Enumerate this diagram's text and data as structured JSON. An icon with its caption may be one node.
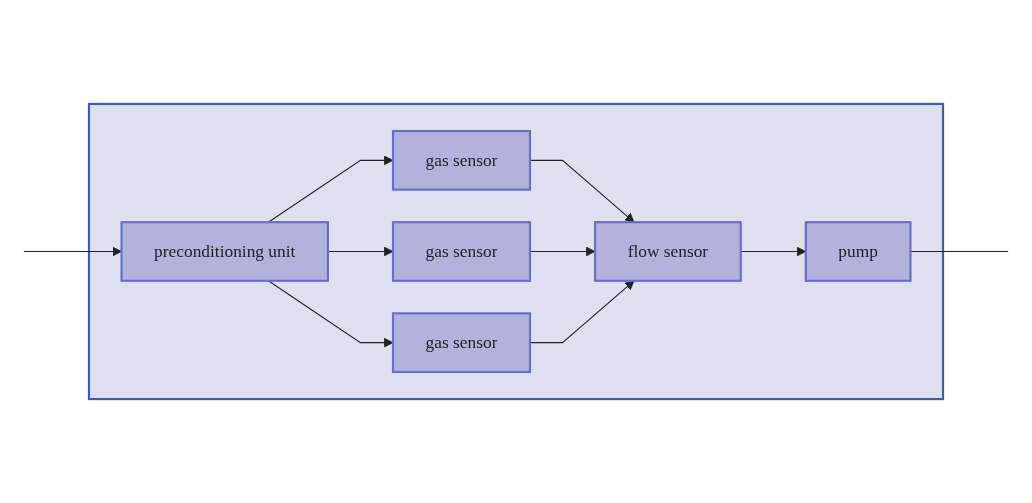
{
  "diagram": {
    "nodes": [
      {
        "text": [],
        "shape": "box"
      },
      {
        "text": [
          "preconditioning unit"
        ],
        "in": 0
      },
      {
        "text": [
          "gas sensor"
        ],
        "in": 0
      },
      {
        "text": [
          "gas sensor"
        ],
        "in": 0
      },
      {
        "text": [
          "gas sensor"
        ],
        "in": 0
      },
      {
        "text": [
          "flow sensor"
        ],
        "in": 0
      },
      {
        "text": [
          "pump"
        ],
        "in": 0
      }
    ],
    "edges": [
      {
        "from": null,
        "to": 1,
        "arrow": "to"
      },
      {
        "from": 1,
        "to": 2,
        "arrow": "to"
      },
      {
        "from": 1,
        "to": 3,
        "arrow": "to"
      },
      {
        "from": 1,
        "to": 4,
        "arrow": "to"
      },
      {
        "from": 2,
        "to": 5,
        "arrow": "to"
      },
      {
        "from": 3,
        "to": 5,
        "arrow": "to"
      },
      {
        "from": 4,
        "to": 5,
        "arrow": "to"
      },
      {
        "from": 5,
        "to": 6,
        "arrow": "to"
      },
      {
        "from": 6,
        "to": null,
        "arrow": "none"
      }
    ]
  }
}
